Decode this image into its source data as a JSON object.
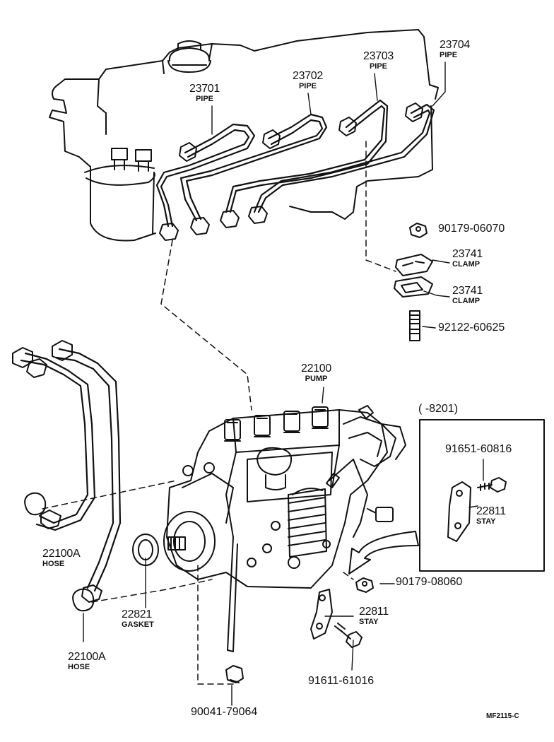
{
  "diagram": {
    "code": "MF2115-C",
    "serial_note": "(      -8201)",
    "parts": [
      {
        "key": "p23701",
        "number": "23701",
        "name": "PIPE"
      },
      {
        "key": "p23702",
        "number": "23702",
        "name": "PIPE"
      },
      {
        "key": "p23703",
        "number": "23703",
        "name": "PIPE"
      },
      {
        "key": "p23704",
        "number": "23704",
        "name": "PIPE"
      },
      {
        "key": "p9017906070",
        "number": "90179-06070",
        "name": ""
      },
      {
        "key": "p23741a",
        "number": "23741",
        "name": "CLAMP"
      },
      {
        "key": "p23741b",
        "number": "23741",
        "name": "CLAMP"
      },
      {
        "key": "p9212260625",
        "number": "92122-60625",
        "name": ""
      },
      {
        "key": "p22100",
        "number": "22100",
        "name": "PUMP"
      },
      {
        "key": "p9165160816",
        "number": "91651-60816",
        "name": ""
      },
      {
        "key": "p22811a",
        "number": "22811",
        "name": "STAY"
      },
      {
        "key": "p22100A1",
        "number": "22100A",
        "name": "HOSE"
      },
      {
        "key": "p22821",
        "number": "22821",
        "name": "GASKET"
      },
      {
        "key": "p9017908060",
        "number": "90179-08060",
        "name": ""
      },
      {
        "key": "p22811b",
        "number": "22811",
        "name": "STAY"
      },
      {
        "key": "p22100A2",
        "number": "22100A",
        "name": "HOSE"
      },
      {
        "key": "p9161161016",
        "number": "91611-61016",
        "name": ""
      },
      {
        "key": "p9004179064",
        "number": "90041-79064",
        "name": ""
      }
    ]
  }
}
